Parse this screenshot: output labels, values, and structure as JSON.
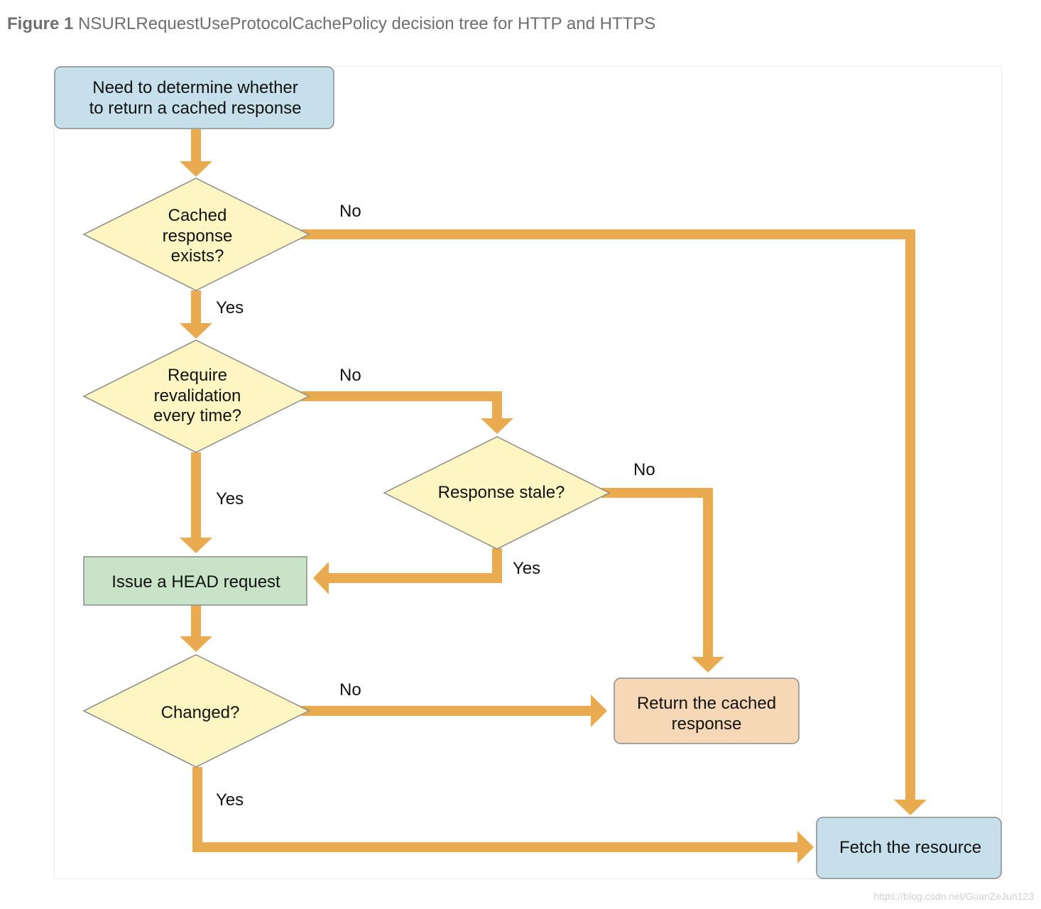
{
  "caption": {
    "figure_label": "Figure 1",
    "text": "NSURLRequestUseProtocolCachePolicy decision tree for HTTP and HTTPS"
  },
  "colors": {
    "arrow": "#eaaa50",
    "start_fill": "#c5e0ea",
    "decision_fill": "#fdf6c3",
    "action_fill": "#c8e3c7",
    "cached_fill": "#f6d8b6",
    "fetch_fill": "#c5e0ea",
    "border": "#8c8c8c"
  },
  "nodes": {
    "start": {
      "lines": [
        "Need to determine whether",
        "to return a cached response"
      ]
    },
    "cached_exists": {
      "lines": [
        "Cached",
        "response",
        "exists?"
      ]
    },
    "require_revalidation": {
      "lines": [
        "Require",
        "revalidation",
        "every time?"
      ]
    },
    "response_stale": {
      "lines": [
        "Response stale?"
      ]
    },
    "head_request": {
      "lines": [
        "Issue a HEAD request"
      ]
    },
    "changed": {
      "lines": [
        "Changed?"
      ]
    },
    "return_cached": {
      "lines": [
        "Return the cached",
        "response"
      ]
    },
    "fetch": {
      "lines": [
        "Fetch the resource"
      ]
    }
  },
  "edges": {
    "cached_no": "No",
    "cached_yes": "Yes",
    "revalidate_no": "No",
    "revalidate_yes": "Yes",
    "stale_no": "No",
    "stale_yes": "Yes",
    "changed_no": "No",
    "changed_yes": "Yes"
  },
  "watermark": "https://blog.csdn.net/GuanZeJun123"
}
